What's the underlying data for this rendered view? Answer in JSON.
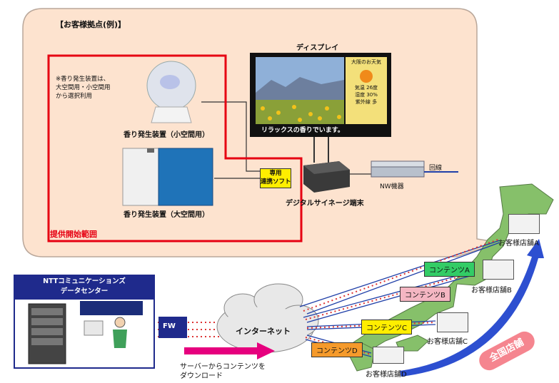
{
  "site": {
    "title": "【お客様拠点(例)】",
    "note": "※香り発生装置は、\n大空間用・小空間用\nから選択利用",
    "small_device_label": "香り発生装置（小空間用）",
    "large_device_label": "香り発生装置（大空間用）",
    "display_label": "ディスプレイ",
    "display_caption": "リラックスの香りでいます。",
    "weather": {
      "title": "大阪のお天気",
      "lines": [
        "気温 26度",
        "湿度 30%",
        "紫外線 多"
      ]
    },
    "software_label": "専用\n連携ソフト",
    "terminal_label": "デジタルサイネージ端末",
    "nw_label": "NW機器",
    "line_label": "回線",
    "scope_label": "提供開始範囲"
  },
  "datacenter": {
    "title": "NTTコミュニケーションズ\nデータセンター",
    "fw_label": "FW"
  },
  "network": {
    "internet_label": "インターネット",
    "download_label": "サーバーからコンテンツを\nダウンロード",
    "nationwide_label": "全国店舗"
  },
  "contents": [
    {
      "label": "コンテンツA"
    },
    {
      "label": "コンテンツB"
    },
    {
      "label": "コンテンツC"
    },
    {
      "label": "コンテンツD"
    }
  ],
  "stores": [
    {
      "label": "お客様店舗A"
    },
    {
      "label": "お客様店舗B"
    },
    {
      "label": "お客様店舗C"
    },
    {
      "label": "お客様店舗D"
    }
  ],
  "colors": {
    "bubble": "#fde3cf",
    "scope_border": "#e60012",
    "content_a": "#33cc66",
    "content_b": "#f4b6c2",
    "content_c": "#ffee00",
    "content_d": "#f59a2b",
    "datacenter": "#1f2a8c",
    "nationwide": "#f5858f"
  }
}
